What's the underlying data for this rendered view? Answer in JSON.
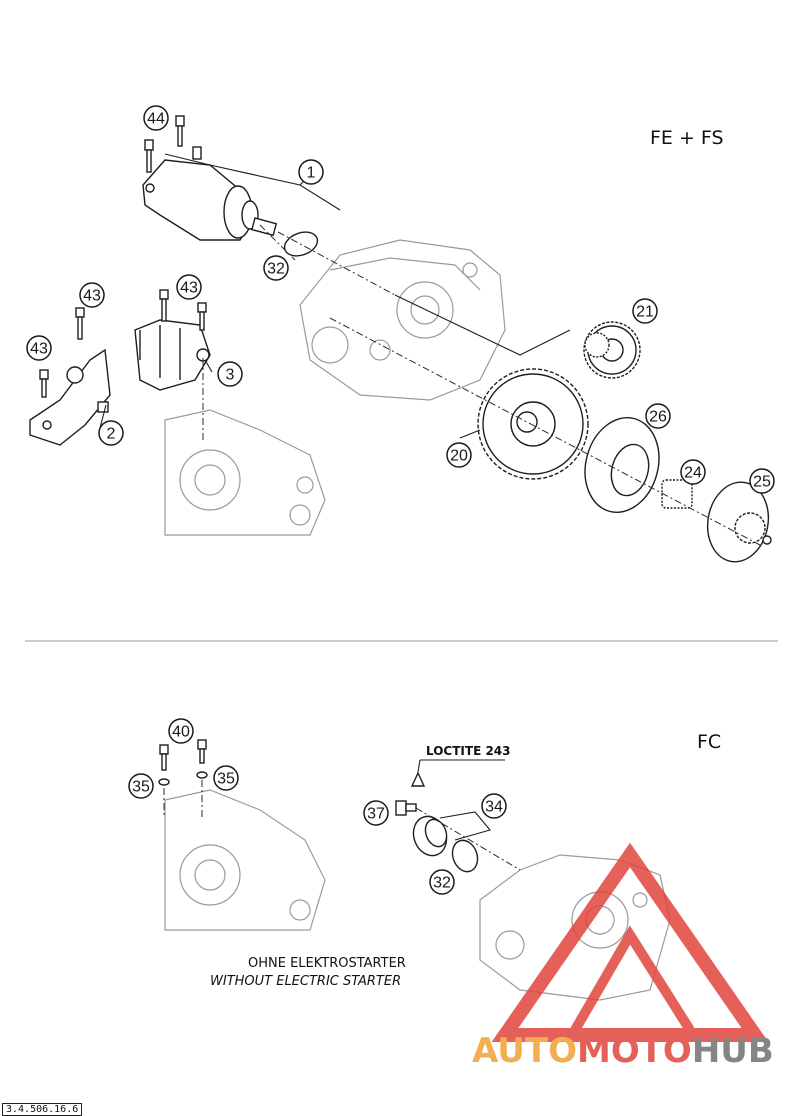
{
  "sections": [
    {
      "title": "FE + FS"
    },
    {
      "title": "FC"
    }
  ],
  "callouts": [
    "44",
    "1",
    "32",
    "43",
    "43",
    "43",
    "2",
    "3",
    "21",
    "20",
    "26",
    "24",
    "25",
    "40",
    "35",
    "35",
    "37",
    "34",
    "32"
  ],
  "notes": {
    "loctite": "LOCTITE 243",
    "without_de": "OHNE ELEKTROSTARTER",
    "without_en": "WITHOUT ELECTRIC STARTER"
  },
  "watermark": {
    "part1": "AUTO",
    "part2": "MOTO",
    "part3": "HUB",
    "colors": {
      "red": "#e0453c",
      "orange": "#f0a032",
      "gray": "#707070"
    }
  },
  "footer_code": "3.4.506.16.6"
}
